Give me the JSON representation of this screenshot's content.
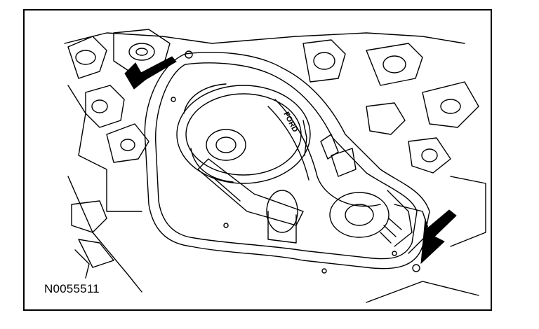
{
  "figure": {
    "id_label": "N0055511",
    "stamp_text": "FORD"
  },
  "callouts": [
    {
      "name": "upper-left-arrow",
      "points_to": "upper-left-bolt-hole"
    },
    {
      "name": "lower-right-arrow",
      "points_to": "lower-right-bolt-hole"
    }
  ],
  "colors": {
    "line": "#000000",
    "background": "#ffffff",
    "border": "#000000"
  }
}
